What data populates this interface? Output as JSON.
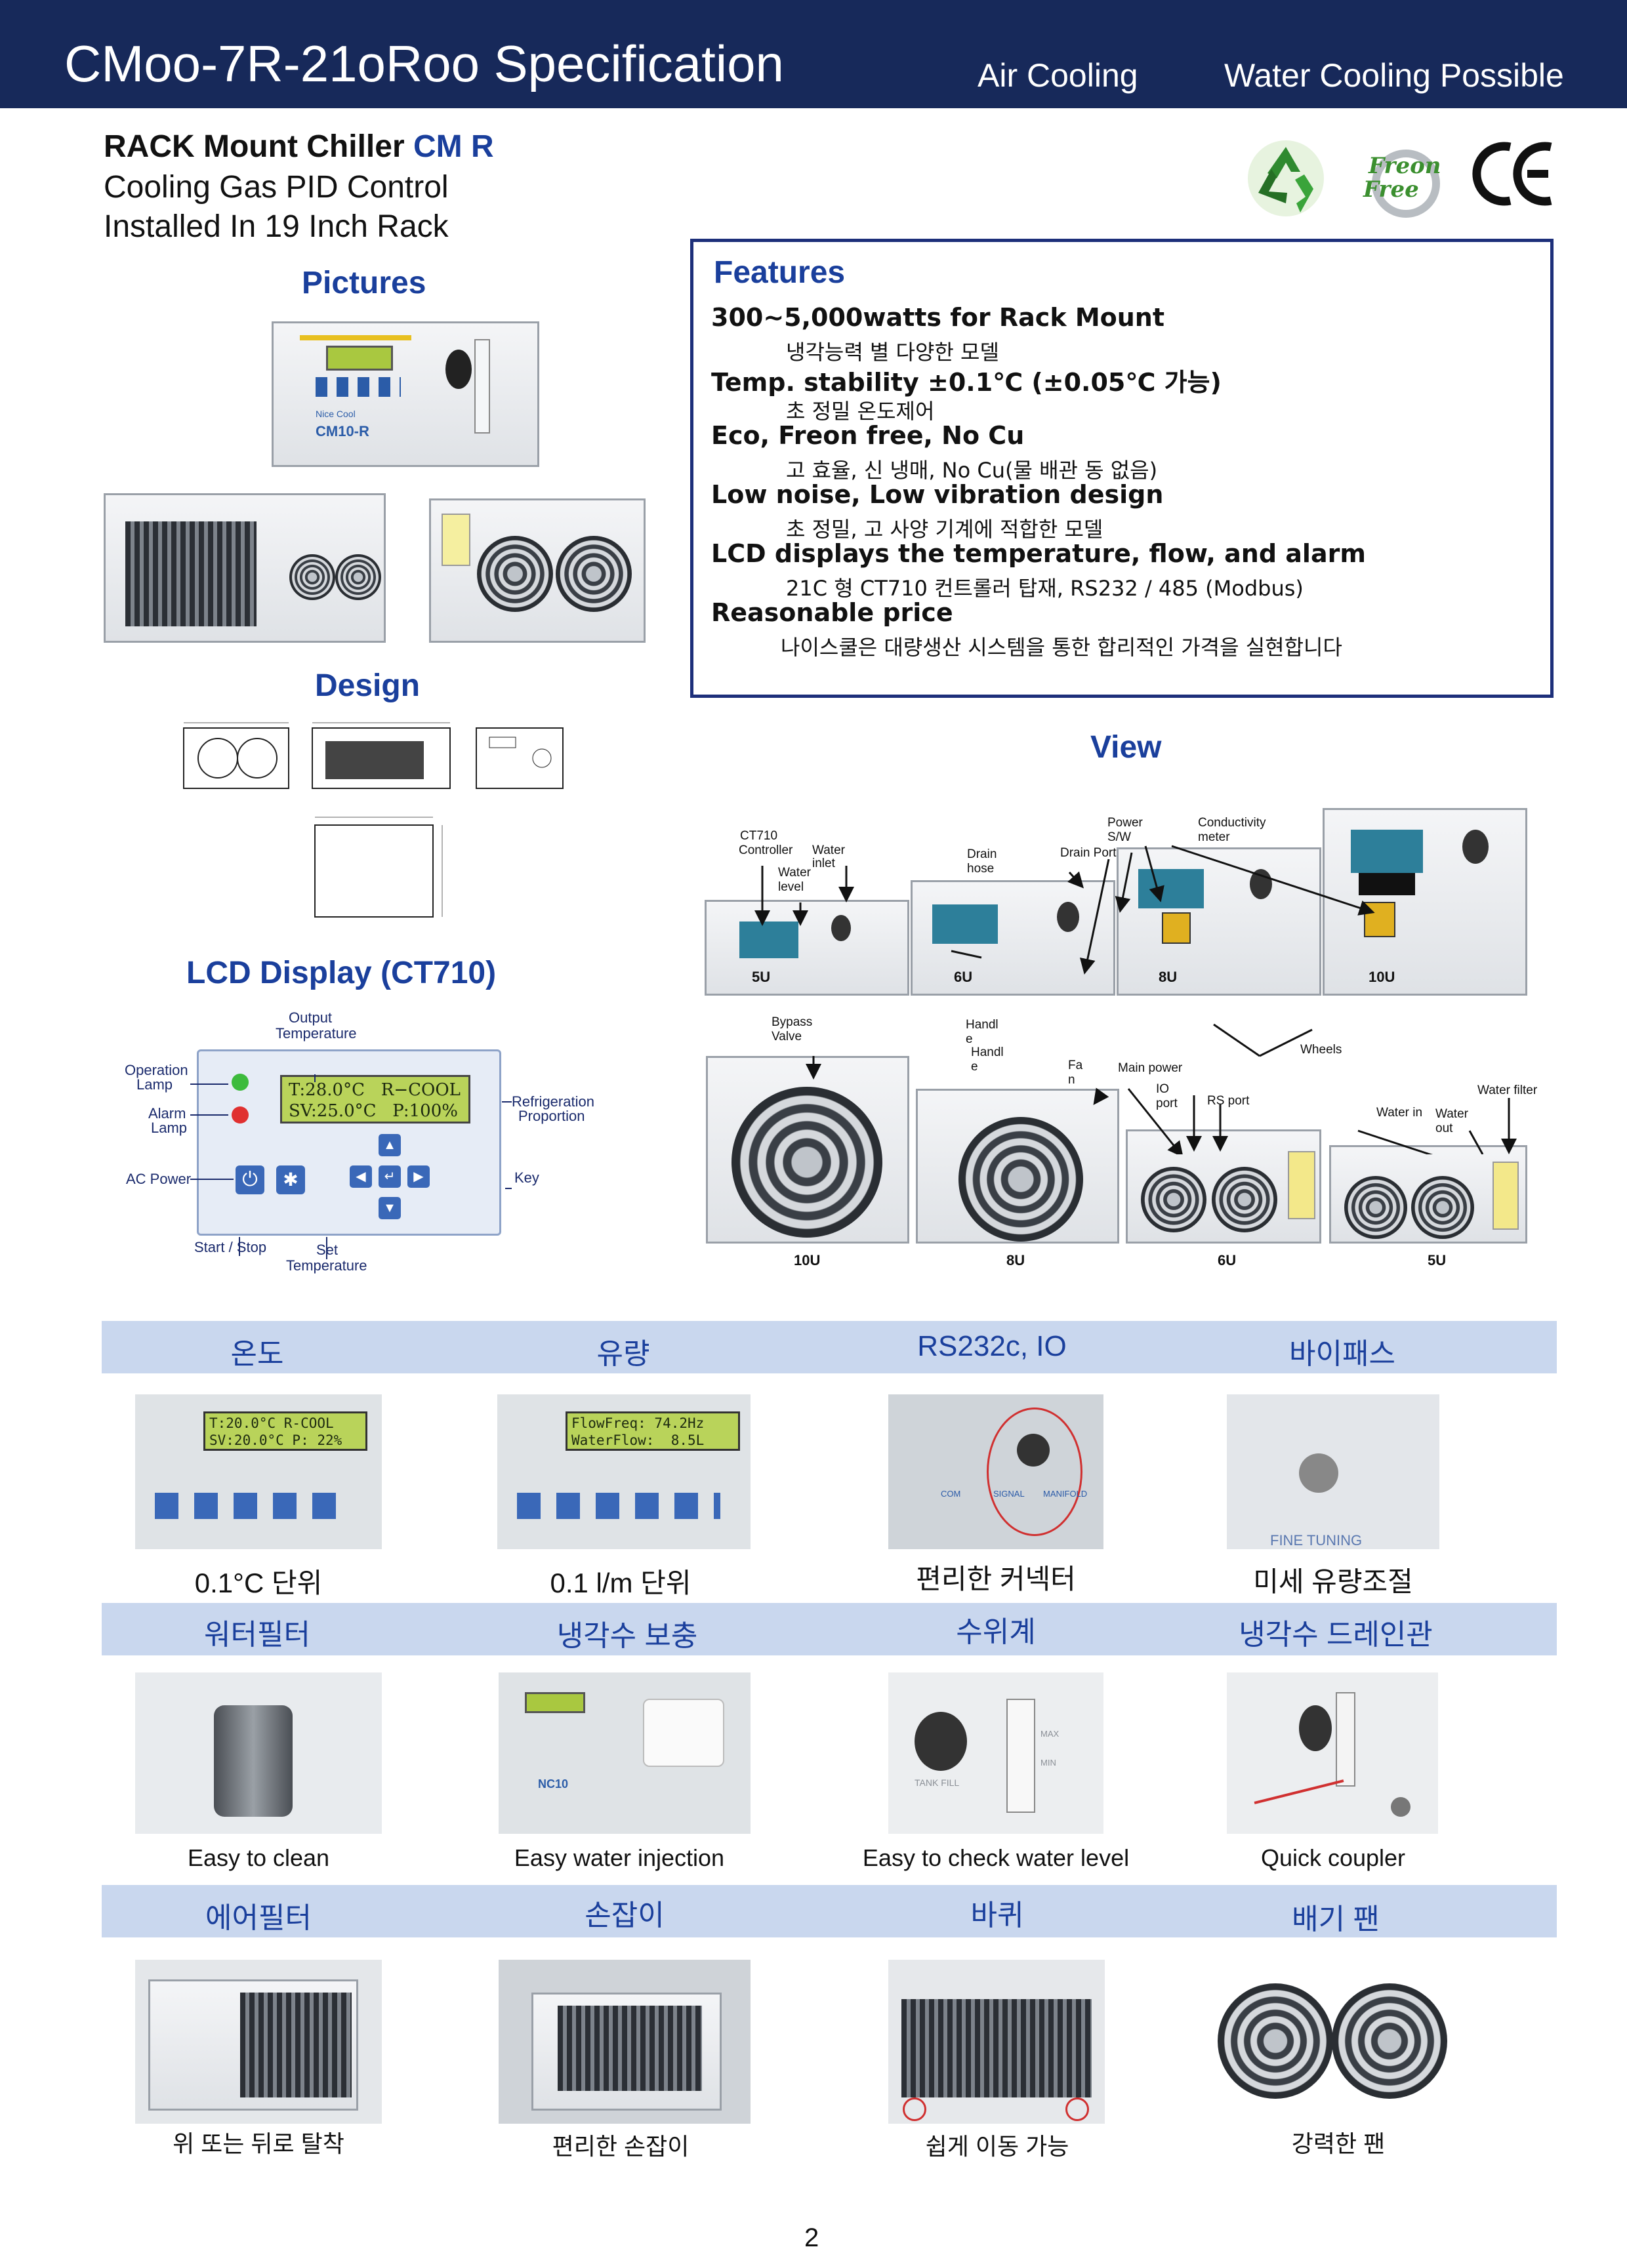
{
  "header": {
    "title": "CMoo-7R-21oRoo Specification",
    "air_cooling": "Air Cooling",
    "water_cooling": "Water Cooling Possible"
  },
  "intro": {
    "line1_prefix": "RACK Mount Chiller ",
    "line1_model": "CM R",
    "line2": "Cooling Gas PID Control",
    "line3": "Installed In 19 Inch Rack"
  },
  "logos": {
    "freon_text_1": "Freon",
    "freon_text_2": "Free",
    "ce": "CE"
  },
  "sections": {
    "pictures": "Pictures",
    "design": "Design",
    "lcd": "LCD Display (CT710)",
    "features": "Features",
    "view": "View"
  },
  "features": [
    {
      "heading": "300~5,000watts for Rack Mount",
      "sub": "냉각능력 별 다양한 모델"
    },
    {
      "heading": "Temp.  stability ±0.1℃ (±0.05℃ 가능)",
      "sub": "초 정밀 온도제어"
    },
    {
      "heading": "Eco, Freon free, No Cu",
      "sub": "고 효율, 신 냉매, No Cu(물 배관 동 없음)"
    },
    {
      "heading": "Low noise, Low vibration design",
      "sub": "초 정밀, 고 사양 기계에 적합한 모델"
    },
    {
      "heading": "LCD displays the temperature, flow, and alarm",
      "sub": "21C 형 CT710 컨트롤러 탑재, RS232 / 485 (Modbus)"
    },
    {
      "heading": "Reasonable price",
      "sub": "나이스쿨은 대량생산 시스템을 통한 합리적인 가격을 실현합니다"
    }
  ],
  "pictures": {
    "brand": "Nice Cool",
    "model": "CM10-R"
  },
  "lcd_display": {
    "line1": "T:28.0°C   R−COOL",
    "line2": "SV:25.0°C   P:100%",
    "labels": {
      "output_temp_1": "Output",
      "output_temp_2": "Temperature",
      "operation_lamp_1": "Operation",
      "operation_lamp_2": "Lamp",
      "alarm_lamp_1": "Alarm",
      "alarm_lamp_2": "Lamp",
      "ac_power": "AC Power",
      "start_stop": "Start / Stop",
      "set_temp_1": "Set",
      "set_temp_2": "Temperature",
      "refrig_1": "Refrigeration",
      "refrig_2": "Proportion",
      "key": "Key"
    }
  },
  "view": {
    "top_sizes": [
      "5U",
      "6U",
      "8U",
      "10U"
    ],
    "bottom_sizes": [
      "10U",
      "8U",
      "6U",
      "5U"
    ],
    "callouts": {
      "ct710": "CT710",
      "controller": "Controller",
      "water_inlet_1": "Water",
      "water_inlet_2": "inlet",
      "water_level_1": "Water",
      "water_level_2": "level",
      "drain_hose_1": "Drain",
      "drain_hose_2": "hose",
      "drain_port": "Drain Port",
      "power_sw_1": "Power",
      "power_sw_2": "S/W",
      "conductivity_1": "Conductivity",
      "conductivity_2": "meter",
      "bypass_1": "Bypass",
      "bypass_2": "Valve",
      "handle_a_1": "Handl",
      "handle_a_2": "e",
      "handle_b_1": "Handl",
      "handle_b_2": "e",
      "fan_1": "Fa",
      "fan_2": "n",
      "wheels": "Wheels",
      "main_power": "Main power",
      "io_port_1": "IO",
      "io_port_2": "port",
      "rs_port": "RS port",
      "water_in": "Water in",
      "water_out_1": "Water",
      "water_out_2": "out",
      "water_filter": "Water filter"
    }
  },
  "grid": {
    "row1": {
      "labels": [
        "온도",
        "유량",
        "RS232c, IO",
        "바이패스"
      ],
      "captions": [
        "0.1°C 단위",
        "0.1 l/m 단위",
        "편리한 커넥터",
        "미세 유량조절"
      ],
      "lcd_a_1": "T:20.0°C R-COOL",
      "lcd_a_2": "SV:20.0°C P: 22%",
      "lcd_b_1": "FlowFreq: 74.2Hz",
      "lcd_b_2": "WaterFlow:  8.5L",
      "com_label": "COM",
      "signal_label": "SIGNAL",
      "manifold_label": "MANIFOLD",
      "fine_tuning": "FINE TUNING"
    },
    "row2": {
      "labels": [
        "워터필터",
        "냉각수 보충",
        "수위계",
        "냉각수 드레인관"
      ],
      "captions": [
        "Easy to clean",
        "Easy water injection",
        "Easy to check water level",
        "Quick coupler"
      ],
      "nc10": "NC10",
      "tank_fill": "TANK FILL",
      "max": "MAX",
      "min": "MIN"
    },
    "row3": {
      "labels": [
        "에어필터",
        "손잡이",
        "바퀴",
        "배기 팬"
      ],
      "captions": [
        "위 또는 뒤로 탈착",
        "편리한 손잡이",
        "쉽게 이동 가능",
        "강력한 팬"
      ]
    }
  },
  "page_number": "2",
  "colors": {
    "header_bg": "#17295a",
    "accent_blue": "#1a3f9c",
    "band_bg": "#c9d7ee",
    "features_border": "#1d2f7a"
  }
}
